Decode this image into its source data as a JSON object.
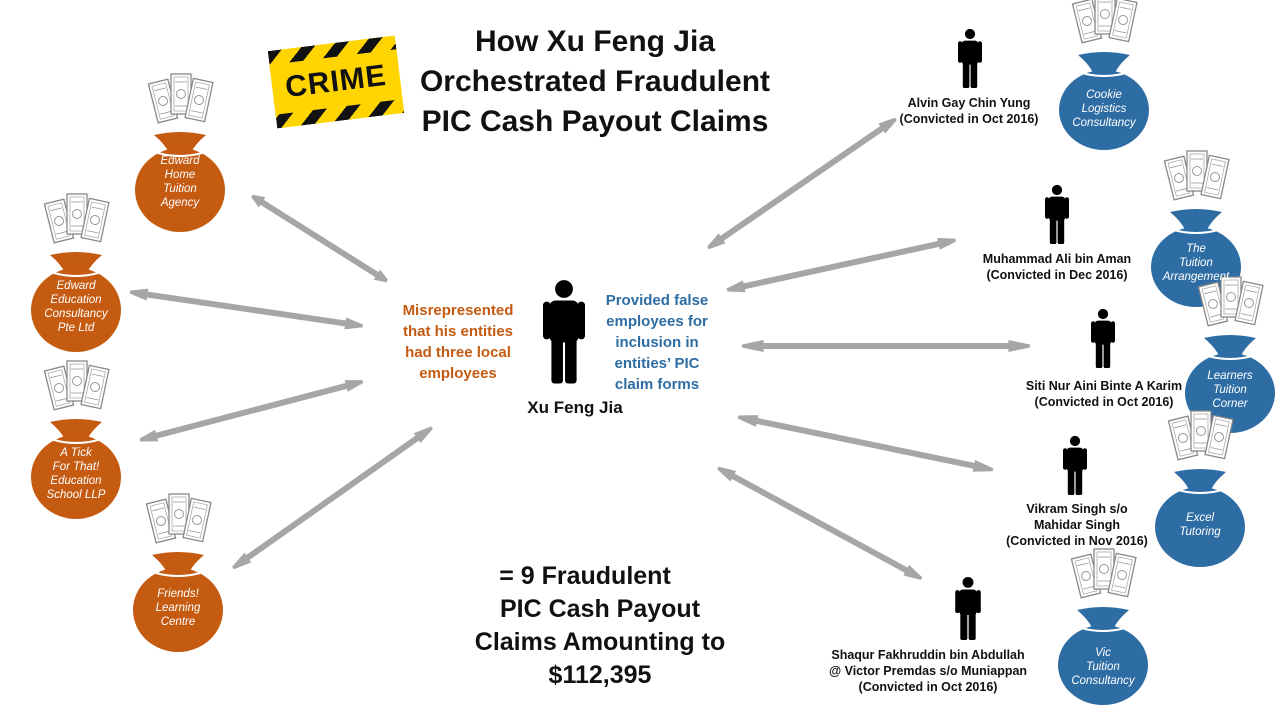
{
  "title": {
    "lines": [
      "How Xu Feng Jia",
      "Orchestrated Fraudulent",
      "PIC Cash Payout Claims"
    ],
    "badge": "CRIME"
  },
  "center": {
    "name": "Xu Feng Jia",
    "left_note": [
      "Misrepresented",
      "that his entities",
      "had three local",
      "employees"
    ],
    "right_note": [
      "Provided false",
      "employees for",
      "inclusion in",
      "entities’ PIC",
      "claim forms"
    ]
  },
  "summary": [
    "= 9 Fraudulent",
    "PIC Cash Payout",
    "Claims Amounting to",
    "$112,395"
  ],
  "entities": [
    {
      "lines": [
        "Edward",
        "Home",
        "Tuition",
        "Agency"
      ]
    },
    {
      "lines": [
        "Edward",
        "Education",
        "Consultancy",
        "Pte Ltd"
      ]
    },
    {
      "lines": [
        "A Tick",
        "For That!",
        "Education",
        "School LLP"
      ]
    },
    {
      "lines": [
        "Friends!",
        "Learning",
        "Centre"
      ]
    }
  ],
  "accomplices": [
    {
      "lines": [
        "Alvin Gay Chin Yung",
        "(Convicted in Oct 2016)"
      ],
      "bag": [
        "Cookie",
        "Logistics",
        "Consultancy"
      ]
    },
    {
      "lines": [
        "Muhammad Ali bin Aman",
        "(Convicted in Dec 2016)"
      ],
      "bag": [
        "The",
        "Tuition",
        "Arrangement"
      ]
    },
    {
      "lines": [
        "Siti Nur Aini  Binte A Karim",
        "(Convicted in Oct 2016)"
      ],
      "bag": [
        "Learners",
        "Tuition",
        "Corner"
      ]
    },
    {
      "lines": [
        "Vikram Singh s/o",
        "Mahidar Singh",
        "(Convicted in Nov 2016)"
      ],
      "bag": [
        "Excel",
        "Tutoring"
      ]
    },
    {
      "lines": [
        "Shaqur Fakhruddin bin Abdullah",
        "@ Victor Premdas s/o Muniappan",
        "(Convicted in Oct 2016)"
      ],
      "bag": [
        "Vic",
        "Tuition",
        "Consultancy"
      ]
    }
  ],
  "colors": {
    "orange_bag": "#c55a11",
    "blue_bag": "#2e6da4",
    "arrow": "#a6a6a6",
    "crime_tape": "#ffd400"
  }
}
